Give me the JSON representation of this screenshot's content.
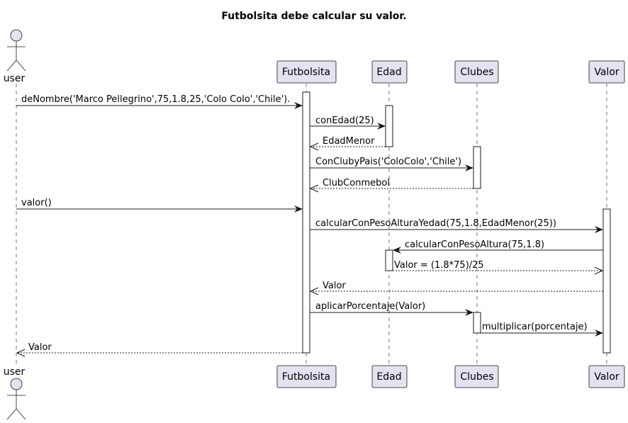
{
  "title": "Futbolsita debe calcular su valor.",
  "participants": {
    "user": "user",
    "futbolsita": "Futbolsita",
    "edad": "Edad",
    "clubes": "Clubes",
    "valor": "Valor"
  },
  "messages": {
    "m1": "deNombre('Marco Pellegrino',75,1.8,25,'Colo Colo','Chile').",
    "m2": "conEdad(25)",
    "m3": "EdadMenor",
    "m4": "ConClubyPais('ColoColo','Chile')",
    "m5": "ClubConmebol",
    "m6": "valor()",
    "m7": "calcularConPesoAlturaYedad(75,1.8,EdadMenor(25))",
    "m8": "calcularConPesoAltura(75,1.8)",
    "m9": "Valor = (1.8*75)/25",
    "m10": "Valor",
    "m11": "aplicarPorcentaje(Valor)",
    "m12": "multiplicar(porcentaje)",
    "m13": "Valor"
  }
}
